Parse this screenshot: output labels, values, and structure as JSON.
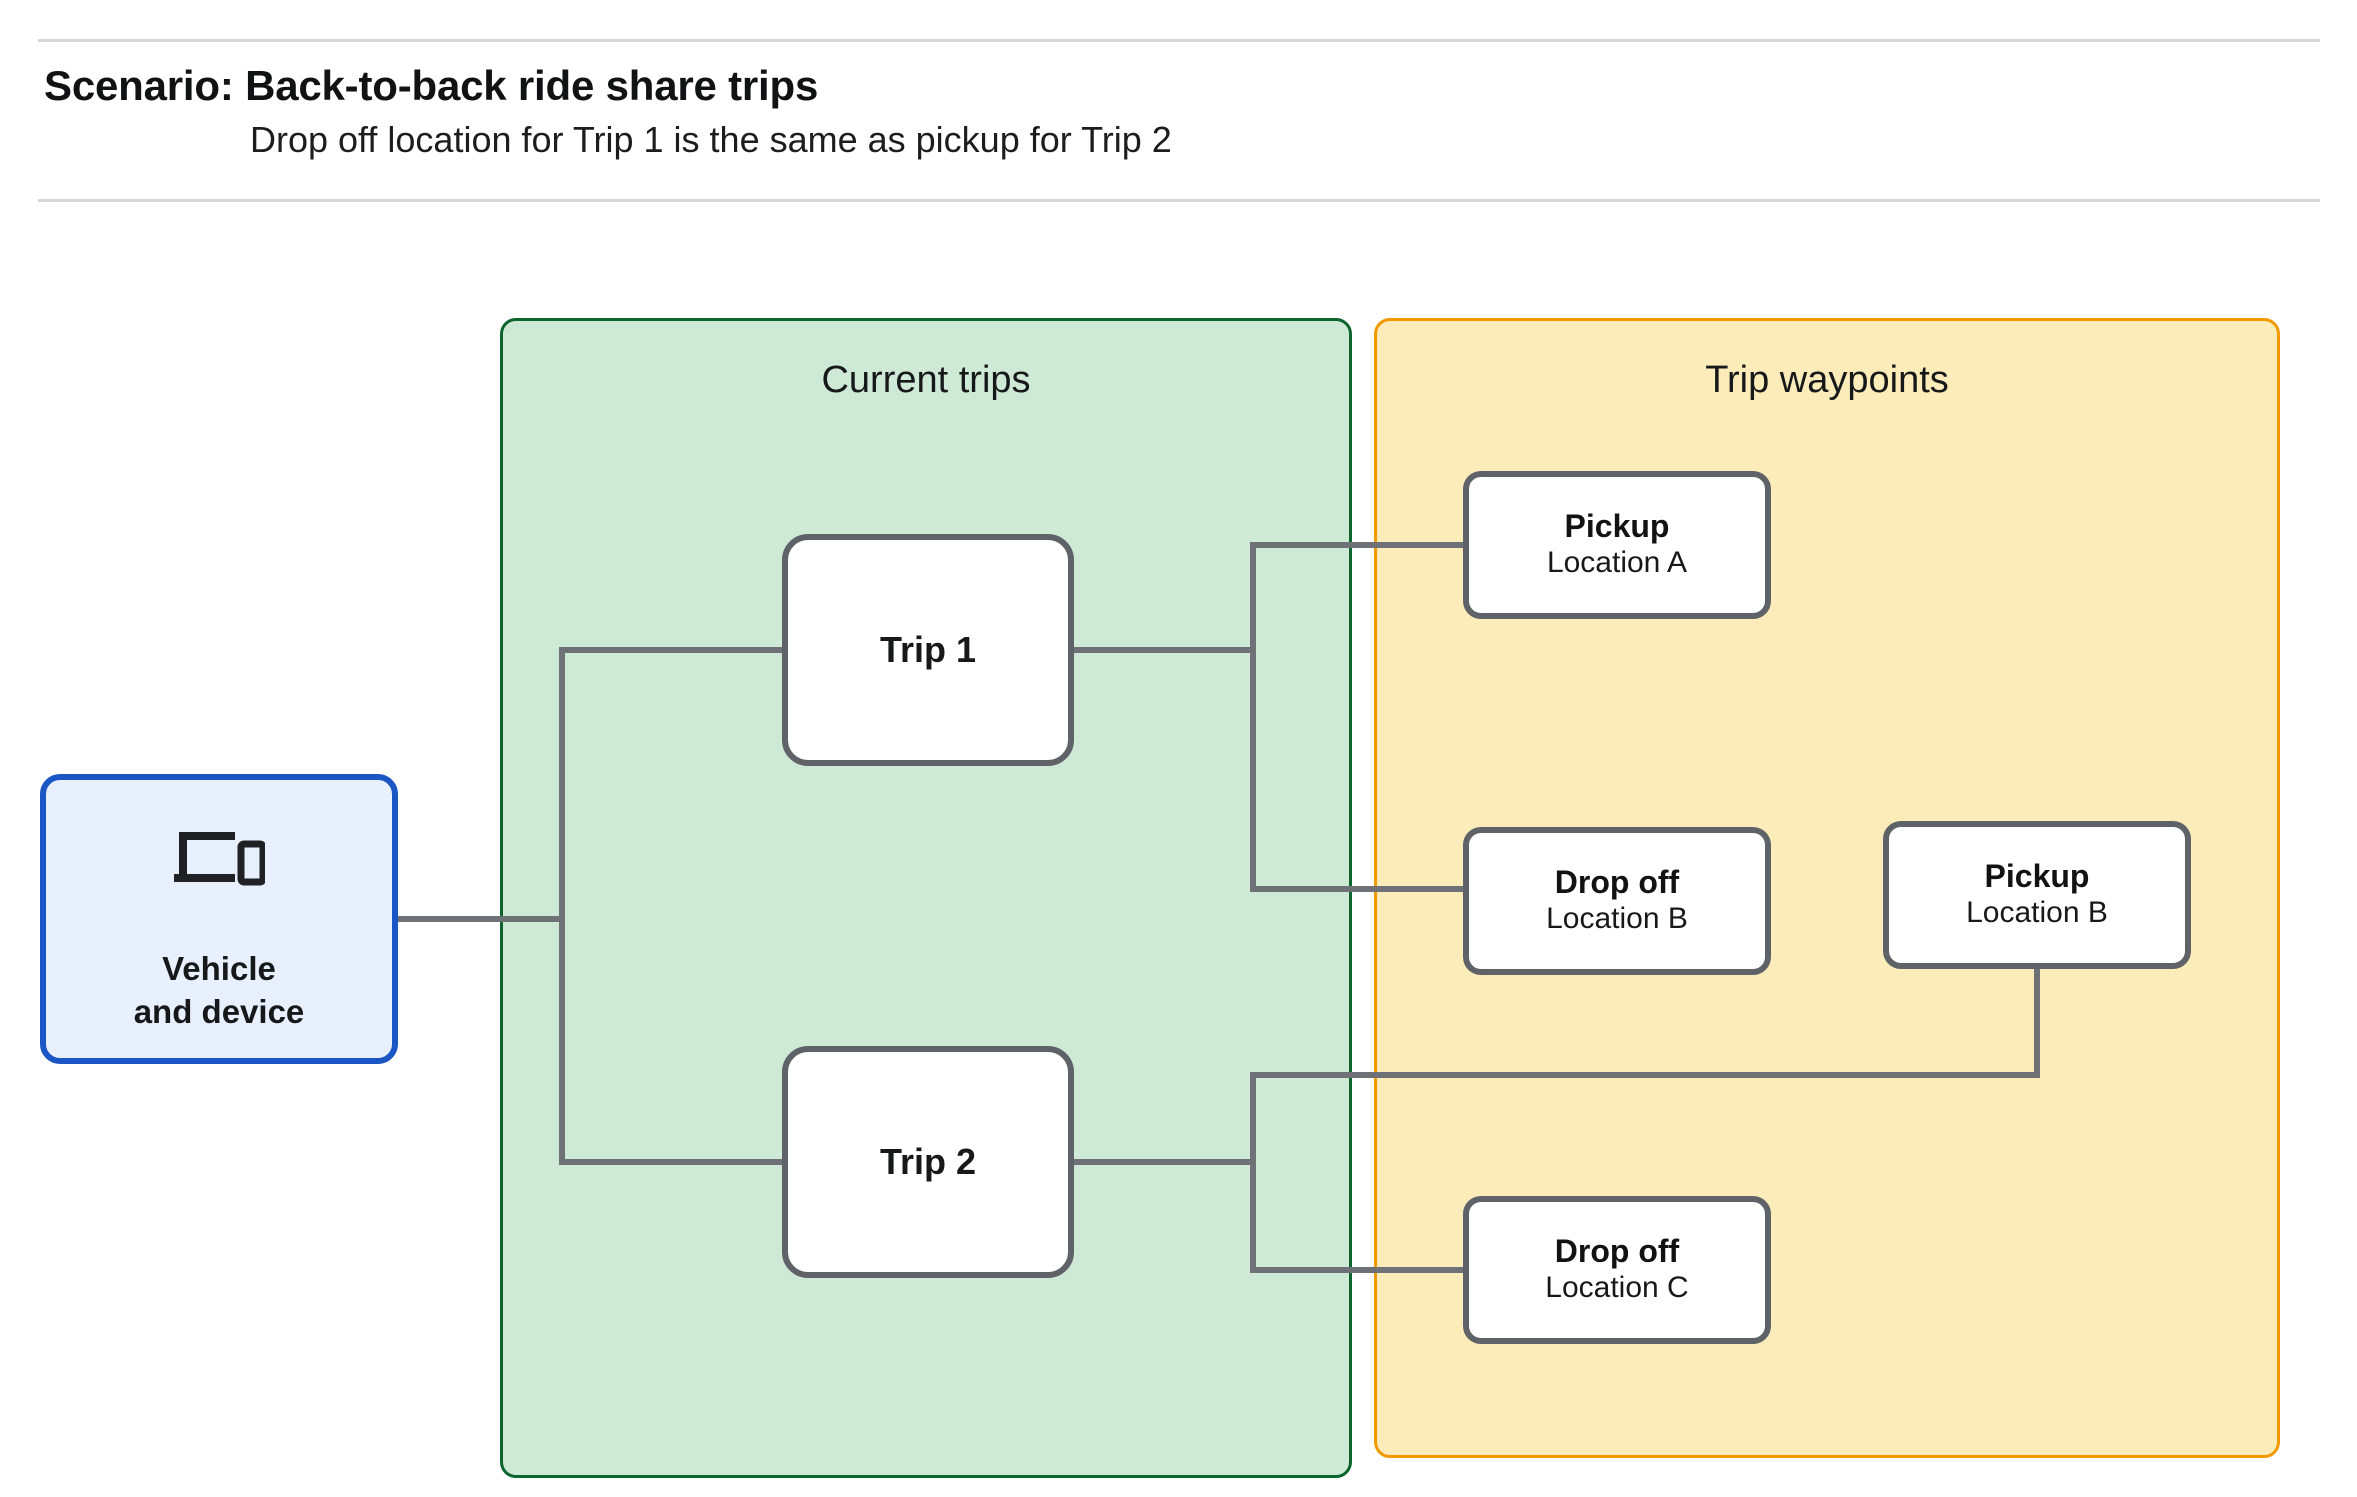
{
  "header": {
    "title": "Scenario: Back-to-back ride share trips",
    "subtitle": "Drop off  location for Trip 1 is the same as pickup for Trip 2"
  },
  "groups": {
    "current_trips": {
      "title": "Current trips",
      "fill": "#cee9d6",
      "border": "#0d652d"
    },
    "trip_waypoints": {
      "title": "Trip waypoints",
      "fill": "#fcecb9",
      "border": "#f29900"
    }
  },
  "nodes": {
    "vehicle": {
      "line1": "Vehicle",
      "line2": "and device",
      "icon": "devices-icon",
      "fill": "#e8f0fe",
      "border": "#1a56c4"
    },
    "trip_1": {
      "label": "Trip 1"
    },
    "trip_2": {
      "label": "Trip 2"
    },
    "pickup_a": {
      "kind": "Pickup",
      "location": "Location A"
    },
    "dropoff_b": {
      "kind": "Drop off",
      "location": "Location B"
    },
    "pickup_b": {
      "kind": "Pickup",
      "location": "Location B"
    },
    "dropoff_c": {
      "kind": "Drop off",
      "location": "Location C"
    }
  },
  "connector_color": "#6e7175",
  "edges": [
    {
      "from": "vehicle",
      "to": "trip_1"
    },
    {
      "from": "vehicle",
      "to": "trip_2"
    },
    {
      "from": "trip_1",
      "to": "pickup_a"
    },
    {
      "from": "trip_1",
      "to": "dropoff_b"
    },
    {
      "from": "trip_2",
      "to": "pickup_b"
    },
    {
      "from": "trip_2",
      "to": "dropoff_c"
    }
  ]
}
